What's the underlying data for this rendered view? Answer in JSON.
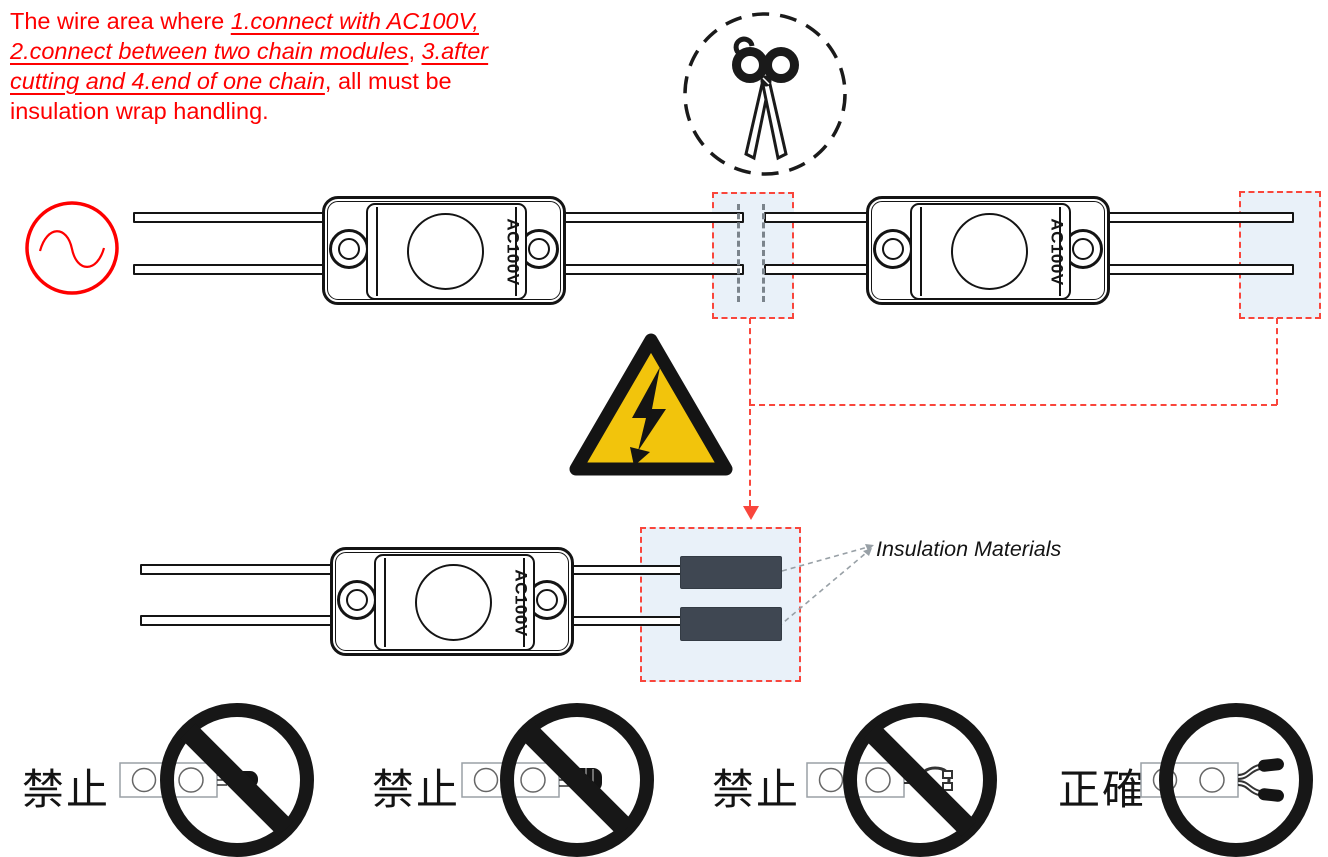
{
  "note": {
    "line1_plain": "The wire area where ",
    "line1_em": "1.connect with AC100V,",
    "line2_em1": "2.connect between two chain modules",
    "line2_plain": ", ",
    "line2_em2": "3.after",
    "line3_em": "cutting and 4.end of one chain",
    "line3_plain": ", all must be",
    "line4_plain": "insulation wrap handling."
  },
  "module_label": "AC100V",
  "insulation_label": "Insulation Materials",
  "bottom_row": [
    {
      "label": "禁止",
      "meaning": "prohibited",
      "icon": "prohibited-taped-wire-ends-icon"
    },
    {
      "label": "禁止",
      "meaning": "prohibited",
      "icon": "prohibited-wire-nut-cap-icon"
    },
    {
      "label": "禁止",
      "meaning": "prohibited",
      "icon": "prohibited-open-connector-icon"
    },
    {
      "label": "正確",
      "meaning": "correct",
      "icon": "correct-separated-insulated-wire-ends-icon"
    }
  ],
  "icons": {
    "scissors": "✂ cut-here",
    "warning_triangle": "high-voltage-lightning-warning",
    "ac_source": "ac-sine-wave-circle",
    "prohibition": "circle-with-slash",
    "correct": "circle"
  },
  "colors": {
    "note_red": "#fe0000",
    "dashed_red": "#f9463c",
    "zone_fill_blue": "#e9f1f9",
    "insulation_dark_gray": "#3f4752",
    "warning_yellow": "#f2c40c",
    "outline_black": "#141414",
    "cut_mark_gray": "#7b848c"
  }
}
